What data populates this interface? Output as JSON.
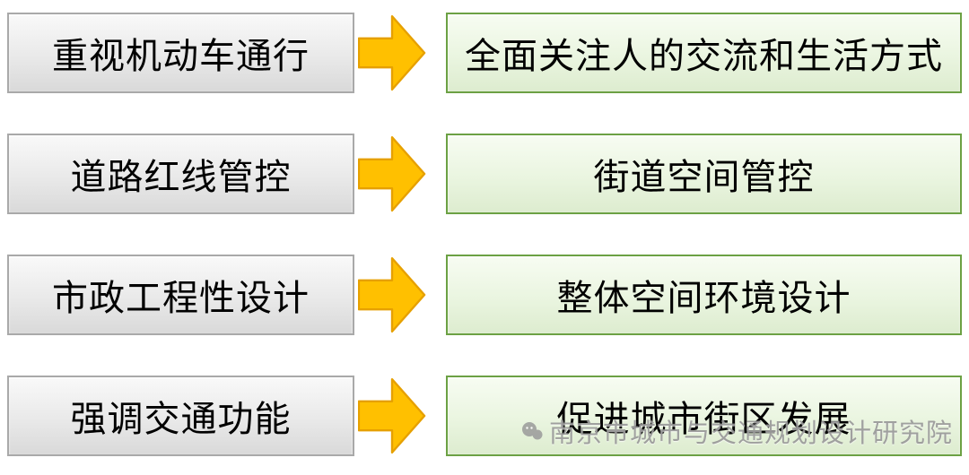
{
  "rows": [
    {
      "from": "重视机动车通行",
      "to": "全面关注人的交流和生活方式"
    },
    {
      "from": "道路红线管控",
      "to": "街道空间管控"
    },
    {
      "from": "市政工程性设计",
      "to": "整体空间环境设计"
    },
    {
      "from": "强调交通功能",
      "to": "促进城市街区发展"
    }
  ],
  "watermark": "南京市城市与交通规划设计研究院",
  "colors": {
    "left_box_bg": "#e9e9e9",
    "left_box_border": "#a9a9a9",
    "right_box_bg": "#eaf5e0",
    "right_box_border": "#6ca144",
    "arrow_fill": "#ffc000",
    "arrow_border": "#e6a000",
    "text": "#000000",
    "watermark_text": "#919191"
  }
}
